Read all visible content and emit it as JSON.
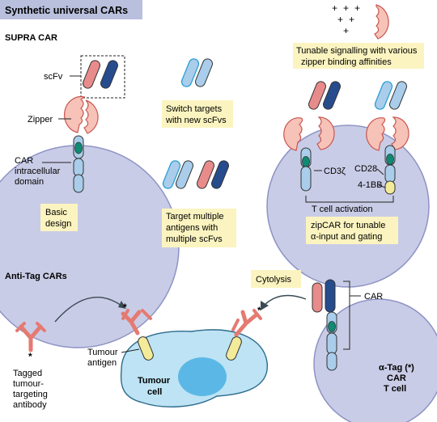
{
  "header": {
    "title": "Synthetic universal CARs"
  },
  "supra": {
    "section_title": "SUPRA CAR",
    "label_scfv": "scFv",
    "label_zipper": "Zipper",
    "label_car_domain": [
      "CAR",
      "intracellular",
      "domain"
    ],
    "box_basic_design": [
      "Basic",
      "design"
    ],
    "box_switch_targets": [
      "Switch targets",
      "with new scFvs"
    ],
    "box_target_multiple": [
      "Target multiple",
      "antigens with",
      "multiple scFvs"
    ],
    "box_tunable_signalling": [
      "Tunable signalling with various",
      "zipper binding affinities"
    ],
    "label_cd3z": "CD3ζ",
    "label_cd28": "CD28",
    "label_41bb": "4-1BB",
    "label_t_cell_activation": "T cell activation",
    "box_zipcar": [
      "zipCAR for tunable",
      "α-input and gating"
    ]
  },
  "antitag": {
    "section_title": "Anti-Tag CARs",
    "label_tagged_antibody": [
      "Tagged",
      "tumour-",
      "targeting",
      "antibody"
    ],
    "label_tumour_antigen": [
      "Tumour",
      "antigen"
    ],
    "label_tumour_cell": [
      "Tumour",
      "cell"
    ],
    "box_cytolysis": "Cytolysis",
    "label_car": "CAR",
    "label_tcell": [
      "α-Tag (*)",
      "CAR",
      "T cell"
    ],
    "tag_marker": "*",
    "plus_marker": "+"
  },
  "colors": {
    "header_bg": "#b9c0dd",
    "cell_fill": "#c9cce6",
    "cell_stroke": "#8e93c4",
    "scfv_light_blue": "#a9cdea",
    "scfv_dark_blue": "#264c8e",
    "scfv_pink": "#e88b8b",
    "zipper_pink": "#f7c2b8",
    "zipper_stroke": "#c8574f",
    "green_domain": "#0f8a74",
    "yellow_box": "#fbf4c0",
    "antigen_yellow": "#f3eb9a",
    "tumour_fill": "#bde3f4",
    "tumour_nucleus": "#5bb8e6",
    "antibody_pink": "#e57a72"
  }
}
